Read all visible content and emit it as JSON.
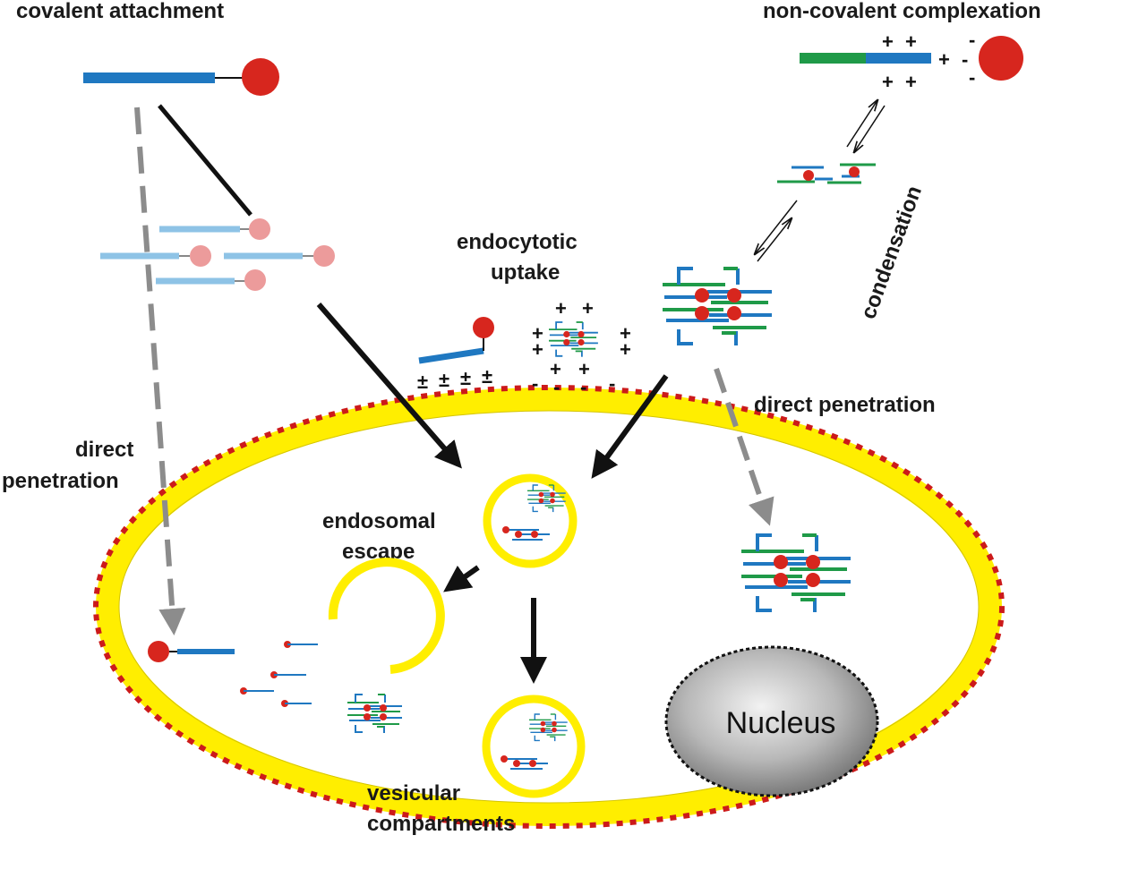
{
  "labels": {
    "covalent": "covalent attachment",
    "noncovalent": "non-covalent complexation",
    "condensation": "condensation",
    "endocytotic_line1": "endocytotic",
    "endocytotic_line2": "uptake",
    "direct_left_line1": "direct",
    "direct_left_line2": "penetration",
    "direct_right": "direct penetration",
    "endosomal_line1": "endosomal",
    "endosomal_line2": "escape",
    "vesicular_line1": "vesicular",
    "vesicular_line2": "compartments",
    "nucleus": "Nucleus"
  },
  "signs": {
    "plus": "+",
    "minus": "-",
    "plusminus": "±"
  },
  "colors": {
    "membrane": "#ffee00",
    "membrane_dots": "#cc1a1a",
    "oligo_blue": "#1f78c1",
    "oligo_light": "#8ec3e6",
    "carrier_green": "#1f9a48",
    "cargo_red": "#d7261e",
    "cargo_pink": "#ec9b9b",
    "arrow_black": "#111111",
    "arrow_gray": "#8c8c8c"
  }
}
